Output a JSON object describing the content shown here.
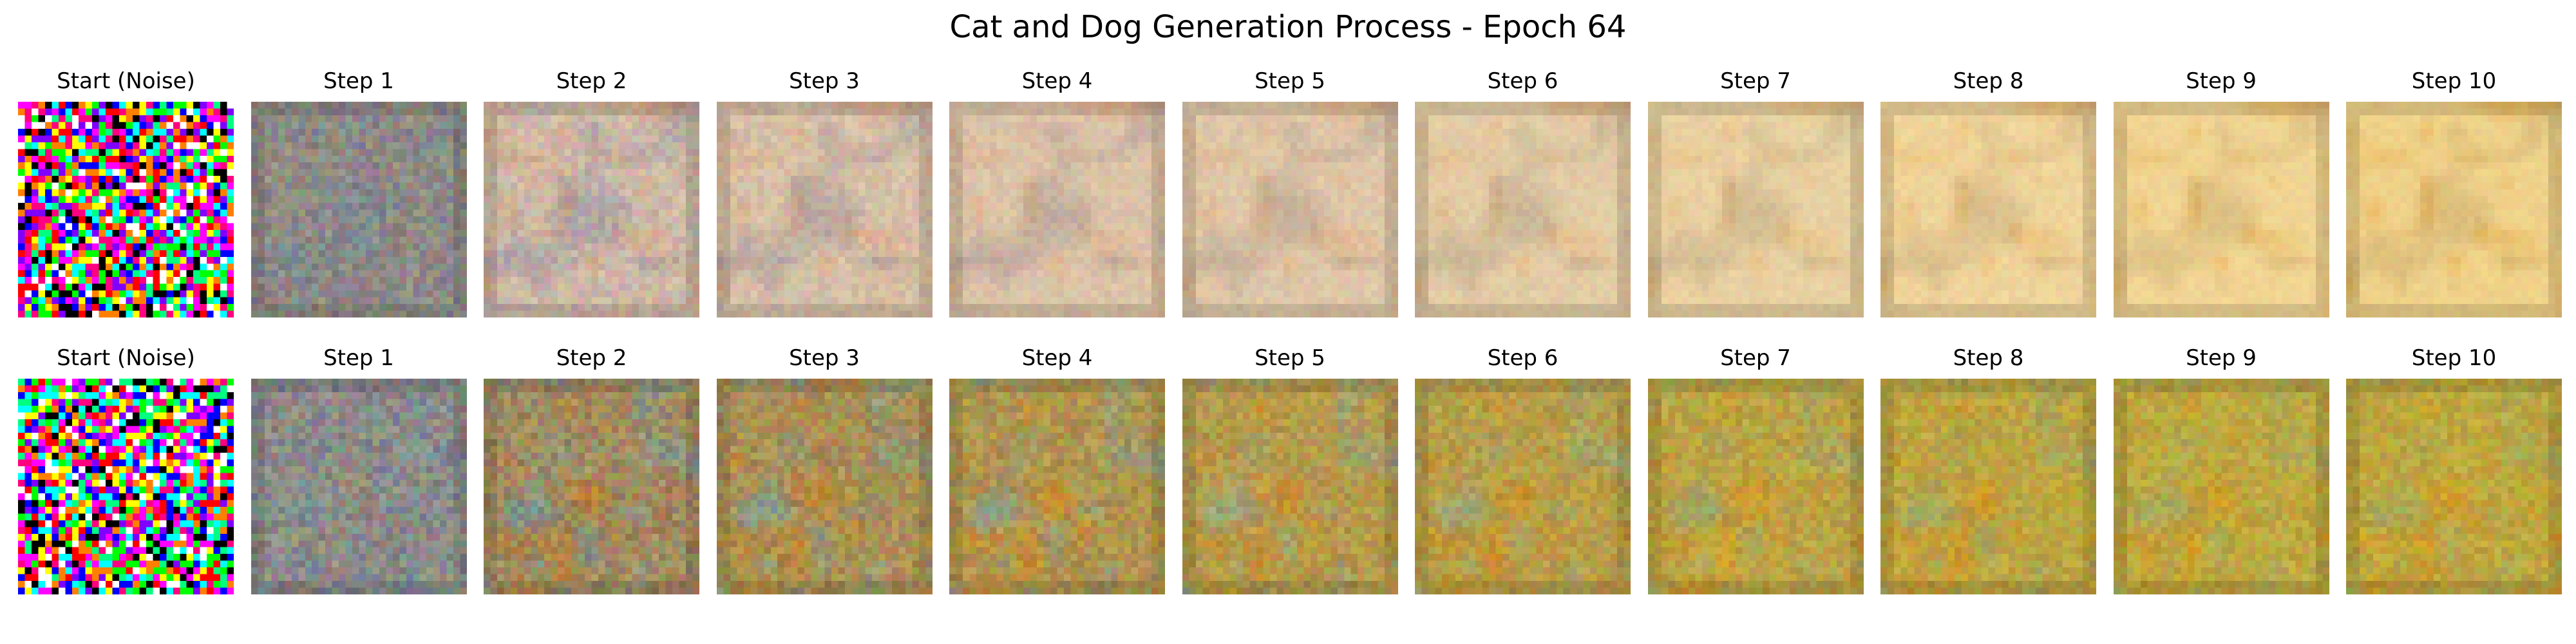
{
  "title": "Cat and Dog Generation Process - Epoch 64",
  "rows": [
    {
      "panels": [
        {
          "label": "Start (Noise)",
          "palette": {
            "base": "#7f7f7f",
            "warm": "#7f7f7f",
            "cool": "#7f7f7f"
          },
          "noise": 1.0
        },
        {
          "label": "Step 1",
          "palette": {
            "base": "#8d8a86",
            "warm": "#9c8f82",
            "cool": "#7d8793"
          },
          "noise": 0.18
        },
        {
          "label": "Step 2",
          "palette": {
            "base": "#cdb8a6",
            "warm": "#d9a67c",
            "cool": "#9c97a6"
          },
          "noise": 0.14
        },
        {
          "label": "Step 3",
          "palette": {
            "base": "#d6bfa7",
            "warm": "#dea87e",
            "cool": "#a69a9c"
          },
          "noise": 0.11
        },
        {
          "label": "Step 4",
          "palette": {
            "base": "#dcc3a8",
            "warm": "#e0ad82",
            "cool": "#b09e98"
          },
          "noise": 0.09
        },
        {
          "label": "Step 5",
          "palette": {
            "base": "#dfc7a8",
            "warm": "#e2b081",
            "cool": "#b7a391"
          },
          "noise": 0.08
        },
        {
          "label": "Step 6",
          "palette": {
            "base": "#e3cca6",
            "warm": "#e4b37d",
            "cool": "#bcaa8e"
          },
          "noise": 0.07
        },
        {
          "label": "Step 7",
          "palette": {
            "base": "#e9d1a2",
            "warm": "#e8b877",
            "cool": "#c5b08a"
          },
          "noise": 0.06
        },
        {
          "label": "Step 8",
          "palette": {
            "base": "#efd49b",
            "warm": "#ecba6c",
            "cool": "#cdb282"
          },
          "noise": 0.06
        },
        {
          "label": "Step 9",
          "palette": {
            "base": "#f1d594",
            "warm": "#e9b65b",
            "cool": "#d2b47a"
          },
          "noise": 0.05
        },
        {
          "label": "Step 10",
          "palette": {
            "base": "#efd28a",
            "warm": "#e6b04f",
            "cool": "#d0b172"
          },
          "noise": 0.05
        }
      ]
    },
    {
      "panels": [
        {
          "label": "Start (Noise)",
          "palette": {
            "base": "#7f7f7f",
            "warm": "#7f7f7f",
            "cool": "#7f7f7f"
          },
          "noise": 1.0
        },
        {
          "label": "Step 1",
          "palette": {
            "base": "#8a8a89",
            "warm": "#9a8c80",
            "cool": "#7a8c98"
          },
          "noise": 0.2
        },
        {
          "label": "Step 2",
          "palette": {
            "base": "#a08a60",
            "warm": "#c08030",
            "cool": "#6f9aa4"
          },
          "noise": 0.2
        },
        {
          "label": "Step 3",
          "palette": {
            "base": "#a98f55",
            "warm": "#c8862a",
            "cool": "#7aa2a2"
          },
          "noise": 0.18
        },
        {
          "label": "Step 4",
          "palette": {
            "base": "#b0954f",
            "warm": "#cd8a25",
            "cool": "#82a49a"
          },
          "noise": 0.17
        },
        {
          "label": "Step 5",
          "palette": {
            "base": "#b59a4c",
            "warm": "#d08e24",
            "cool": "#8aa692"
          },
          "noise": 0.16
        },
        {
          "label": "Step 6",
          "palette": {
            "base": "#b89e48",
            "warm": "#d29022",
            "cool": "#90a687"
          },
          "noise": 0.15
        },
        {
          "label": "Step 7",
          "palette": {
            "base": "#bca344",
            "warm": "#d49422",
            "cool": "#96a67c"
          },
          "noise": 0.15
        },
        {
          "label": "Step 8",
          "palette": {
            "base": "#bca542",
            "warm": "#d69621",
            "cool": "#98a872"
          },
          "noise": 0.14
        },
        {
          "label": "Step 9",
          "palette": {
            "base": "#bda841",
            "warm": "#d69a20",
            "cool": "#9aa96a"
          },
          "noise": 0.14
        },
        {
          "label": "Step 10",
          "palette": {
            "base": "#bea73f",
            "warm": "#d6981f",
            "cool": "#9aa866"
          },
          "noise": 0.14
        }
      ]
    }
  ]
}
